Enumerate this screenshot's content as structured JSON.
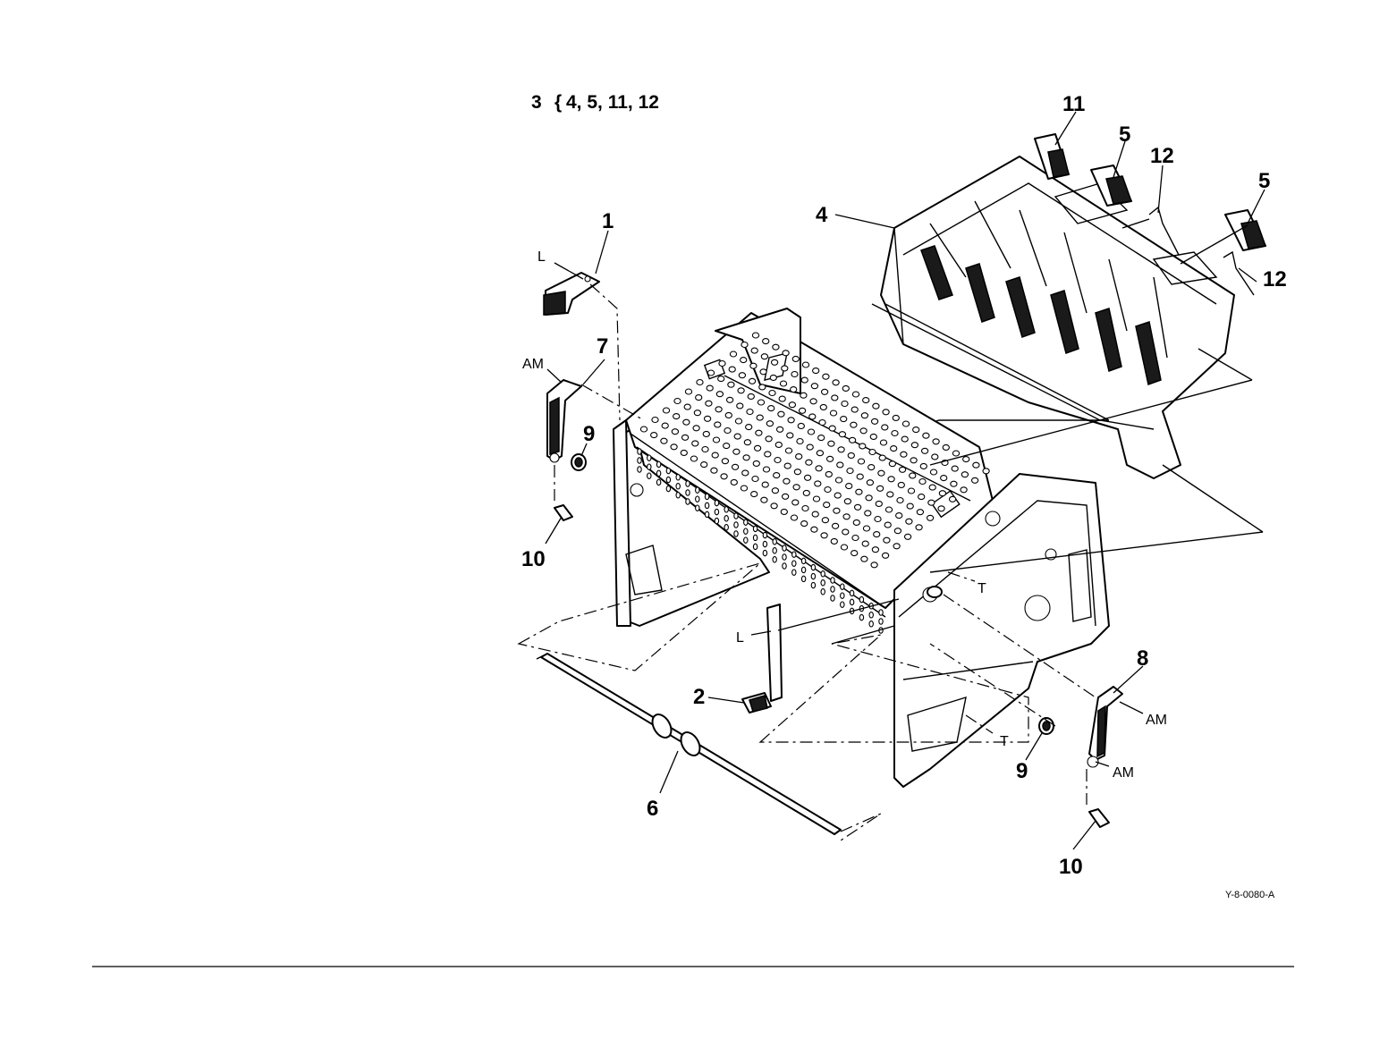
{
  "kit_note": {
    "parent": "3",
    "brace": "{",
    "children": "4, 5, 11, 12"
  },
  "callouts": {
    "c1": "1",
    "c2": "2",
    "c4": "4",
    "c5a": "5",
    "c5b": "5",
    "c6": "6",
    "c7": "7",
    "c8": "8",
    "c9a": "9",
    "c9b": "9",
    "c10a": "10",
    "c10b": "10",
    "c11": "11",
    "c12a": "12",
    "c12b": "12"
  },
  "tags": {
    "L_top": "L",
    "L_mid": "L",
    "AM_left": "AM",
    "AM_right1": "AM",
    "AM_right2": "AM",
    "T_upper": "T",
    "T_lower": "T"
  },
  "figure_id": "Y-8-0080-A"
}
